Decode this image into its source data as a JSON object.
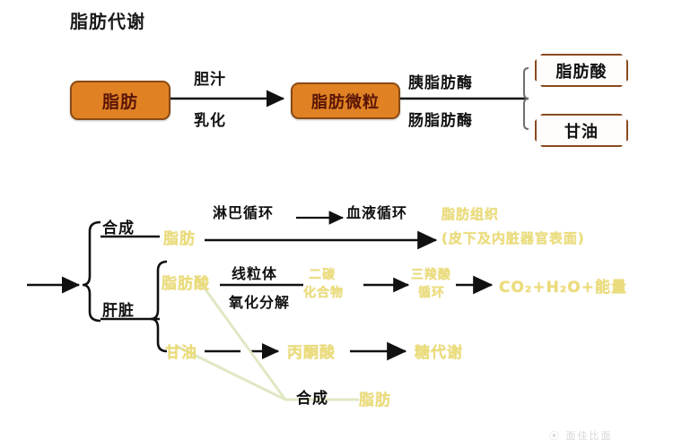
{
  "page": {
    "title": "脂肪代谢",
    "watermark": "⦿ 面佳比面"
  },
  "colors": {
    "box_fill": "#e08224",
    "box_border": "#8a4a14",
    "box_text": "#5a1506",
    "outline_border": "#8a4a20",
    "yellow": "#ebdc7a",
    "black": "#111111",
    "green_line": "#dfe8c4"
  },
  "digestion": {
    "fat_box": "脂肪",
    "arrow1_above": "胆汁",
    "arrow1_below": "乳化",
    "micelle_box": "脂肪微粒",
    "enzyme_above": "胰脂肪酶",
    "enzyme_below": "肠脂肪酶",
    "product_fatty_acid": "脂肪酸",
    "product_glycerol": "甘油"
  },
  "metabolism": {
    "branch_synthesis": "合成",
    "branch_liver": "肝脏",
    "fat_label": "脂肪",
    "lymph": "淋巴循环",
    "blood": "血液循环",
    "adipose_tissue": "脂肪组织",
    "adipose_detail": "(皮下及内脏器官表面)",
    "fatty_acid_label": "脂肪酸",
    "mitochondria": "线粒体",
    "oxidation": "氧化分解",
    "two_carbon_line1": "二碳",
    "two_carbon_line2": "化合物",
    "tca_line1": "三羧酸",
    "tca_line2": "循环",
    "energy_products": "CO₂+H₂O+能量",
    "glycerol_label": "甘油",
    "pyruvate": "丙酮酸",
    "sugar_metabolism": "糖代谢",
    "synthesis_bottom": "合成",
    "fat_bottom": "脂肪"
  }
}
